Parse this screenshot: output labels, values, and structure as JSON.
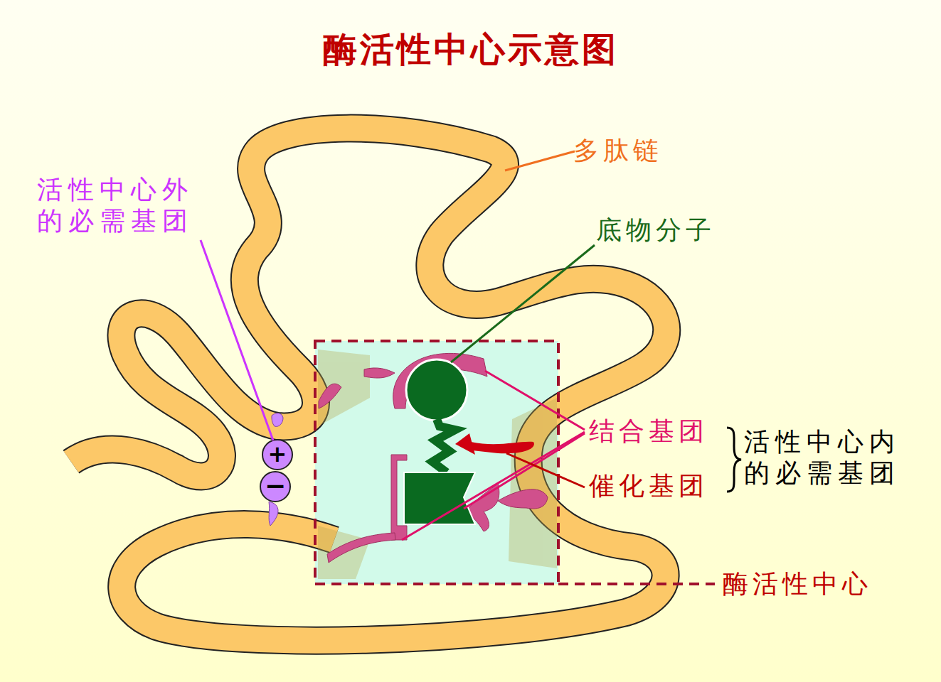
{
  "diagram": {
    "title": "酶活性中心示意图",
    "labels": [
      "活性中心外 的必需基团",
      "多肽链",
      "底物分子",
      "结合基团",
      "活性中心内 的必需基团",
      "催化基团",
      "酶活性中心",
      "+",
      "−"
    ]
  }
}
